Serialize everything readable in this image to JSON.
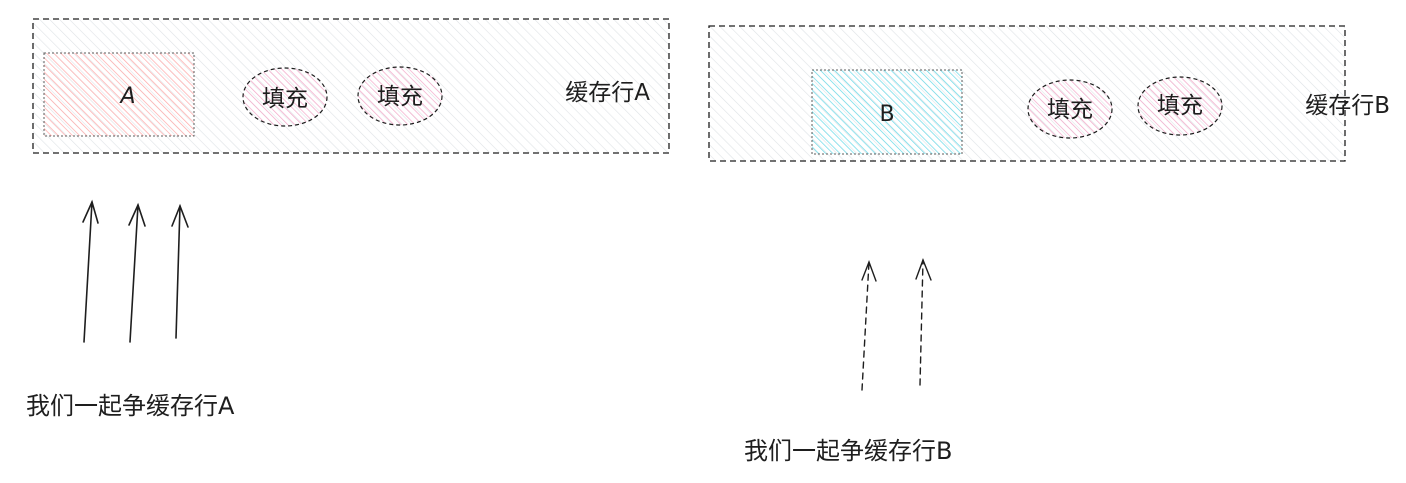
{
  "colors": {
    "stroke": "#1e1e1e",
    "cache_line_fill": "#e9ecef",
    "block_a_fill": "#ffc9c9",
    "block_b_fill": "#99e9f2",
    "padding_fill": "#eebefa"
  },
  "cache_line_a": {
    "label": "缓存行A",
    "block_label": "A",
    "padding_labels": [
      "填充",
      "填充"
    ]
  },
  "cache_line_b": {
    "label": "缓存行B",
    "block_label": "B",
    "padding_labels": [
      "填充",
      "填充"
    ]
  },
  "caption_a": "我们一起争缓存行A",
  "caption_b": "我们一起争缓存行B"
}
